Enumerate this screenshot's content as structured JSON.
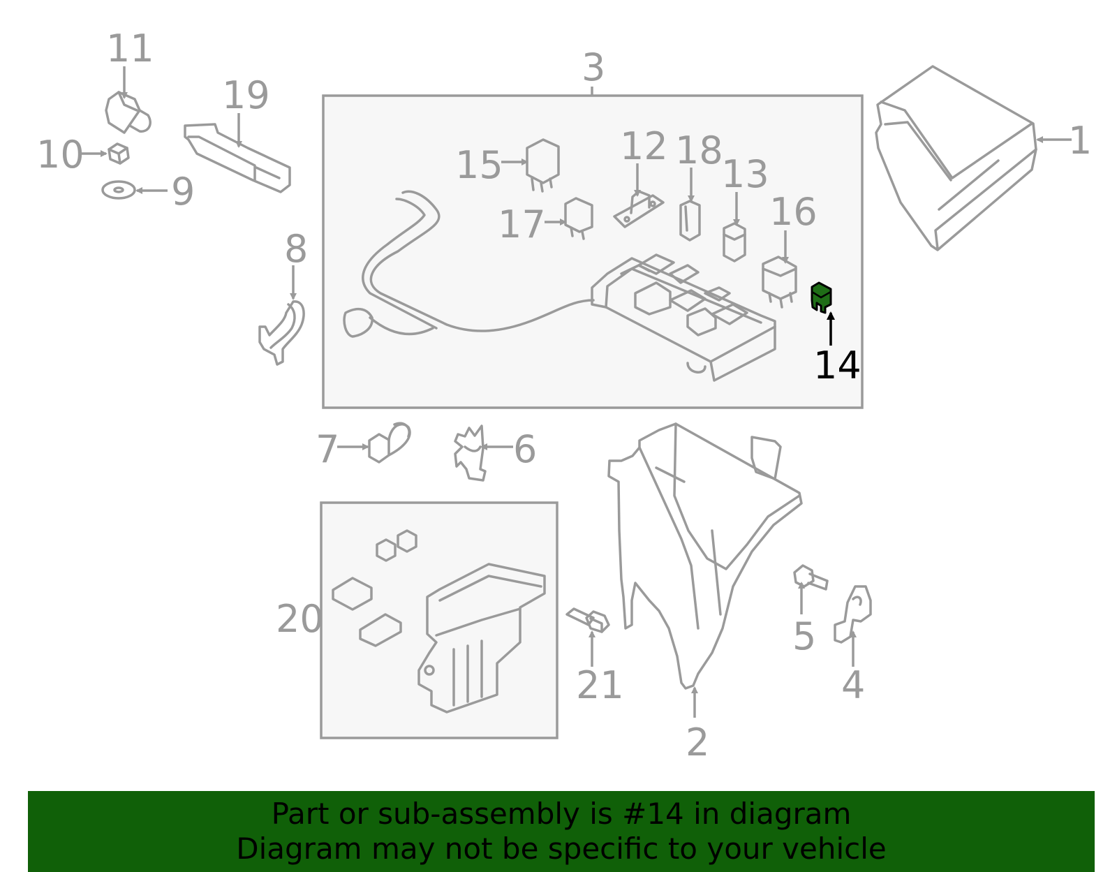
{
  "colors": {
    "line": "#9a9a9a",
    "highlight_fill": "#1f6e17",
    "highlight_label": "#000000",
    "banner_bg": "#106008",
    "box_fill": "#f7f7f7"
  },
  "callouts": [
    {
      "id": "1",
      "label": "1"
    },
    {
      "id": "2",
      "label": "2"
    },
    {
      "id": "3",
      "label": "3"
    },
    {
      "id": "4",
      "label": "4"
    },
    {
      "id": "5",
      "label": "5"
    },
    {
      "id": "6",
      "label": "6"
    },
    {
      "id": "7",
      "label": "7"
    },
    {
      "id": "8",
      "label": "8"
    },
    {
      "id": "9",
      "label": "9"
    },
    {
      "id": "10",
      "label": "10"
    },
    {
      "id": "11",
      "label": "11"
    },
    {
      "id": "12",
      "label": "12"
    },
    {
      "id": "13",
      "label": "13"
    },
    {
      "id": "14",
      "label": "14",
      "highlighted": true
    },
    {
      "id": "15",
      "label": "15"
    },
    {
      "id": "16",
      "label": "16"
    },
    {
      "id": "17",
      "label": "17"
    },
    {
      "id": "18",
      "label": "18"
    },
    {
      "id": "19",
      "label": "19"
    },
    {
      "id": "20",
      "label": "20"
    },
    {
      "id": "21",
      "label": "21"
    }
  ],
  "banner": {
    "line1": "Part or sub-assembly is #14 in diagram",
    "line2": "Diagram may not be specific to your vehicle"
  }
}
